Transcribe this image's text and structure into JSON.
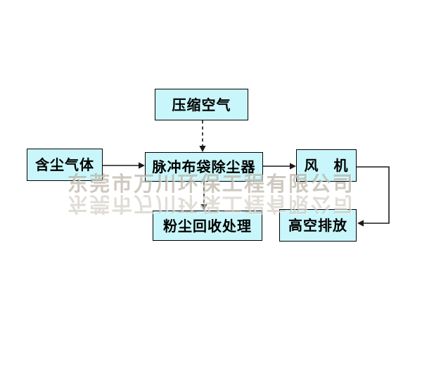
{
  "colors": {
    "background": "#ffffff",
    "node_fill": "#c9f6fa",
    "node_border": "#000000",
    "line": "#1a1a1a",
    "watermark": "#9a8f78"
  },
  "nodes": [
    {
      "id": "compressed-air",
      "label": "压缩空气"
    },
    {
      "id": "dusty-gas",
      "label": "含尘气体"
    },
    {
      "id": "pulse-bag-filter",
      "label": "脉冲布袋除尘器"
    },
    {
      "id": "fan",
      "label": "风　机"
    },
    {
      "id": "dust-recovery",
      "label": "粉尘回收处理"
    },
    {
      "id": "high-altitude-discharge",
      "label": "高空排放"
    }
  ],
  "edges": [
    {
      "from": "compressed-air",
      "to": "pulse-bag-filter",
      "style": "dashed-arrow",
      "direction": "down"
    },
    {
      "from": "dusty-gas",
      "to": "pulse-bag-filter",
      "style": "solid-arrow",
      "direction": "right"
    },
    {
      "from": "pulse-bag-filter",
      "to": "fan",
      "style": "solid-arrow",
      "direction": "right"
    },
    {
      "from": "pulse-bag-filter",
      "to": "dust-recovery",
      "style": "dashed-arrow",
      "direction": "down"
    },
    {
      "from": "fan",
      "to": "high-altitude-discharge",
      "style": "solid-arrow-elbow",
      "direction": "right-down-left"
    }
  ],
  "watermark": {
    "text": "东莞市万川环保工程有限公司",
    "reflection": true
  }
}
